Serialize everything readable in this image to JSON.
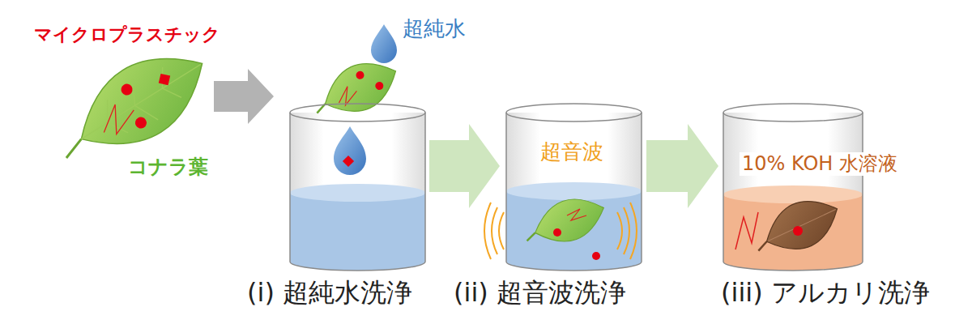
{
  "diagram": {
    "nodes": [
      {
        "text": [
          "マイクロプラスチック",
          "コナラ葉"
        ]
      },
      {
        "text": [
          "(i) 超純水洗浄"
        ]
      },
      {
        "text": [
          "超音波",
          "(ii) 超音波洗浄"
        ]
      },
      {
        "text": [
          "10% KOH 水溶液",
          "(iii) アルカリ洗浄"
        ]
      }
    ],
    "edges": [
      {
        "from": 0,
        "to": 1,
        "arrow": "to"
      },
      {
        "from": 1,
        "to": 2,
        "arrow": "to"
      },
      {
        "from": 2,
        "to": 3,
        "arrow": "to"
      }
    ],
    "labels": [
      "超純水"
    ]
  }
}
